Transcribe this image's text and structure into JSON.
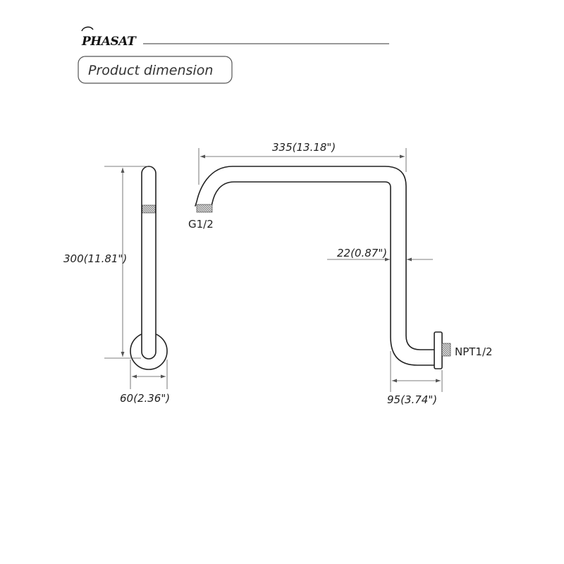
{
  "brand": {
    "logo_text": "PHASAT"
  },
  "heading": {
    "title": "Product dimension"
  },
  "dimensions": {
    "height": "300(11.81\")",
    "base_diameter": "60(2.36\")",
    "reach": "335(13.18\")",
    "pipe_diameter": "22(0.87\")",
    "drop_offset": "95(3.74\")"
  },
  "connectors": {
    "outlet_thread": "G1/2",
    "inlet_thread": "NPT1/2"
  }
}
